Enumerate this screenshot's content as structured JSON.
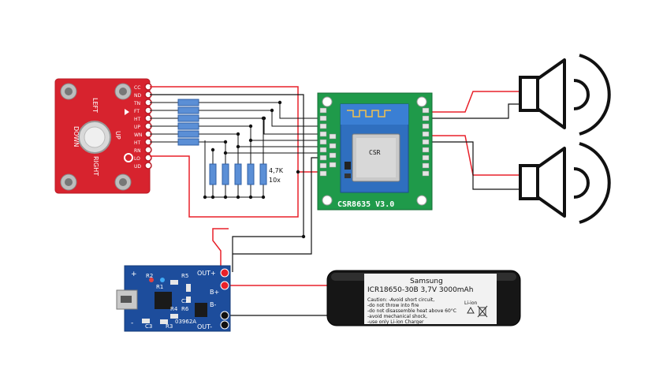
{
  "joystick": {
    "pins": [
      "CC",
      "ND",
      "TN",
      "FT",
      "HT",
      "UP",
      "WN",
      "HT",
      "RN",
      "LO",
      "UD"
    ],
    "labels": {
      "left": "LEFT",
      "up": "UP",
      "down": "DOWN",
      "right": "RIGHT"
    }
  },
  "resistors": {
    "value": "4,7K",
    "count": "10x"
  },
  "bt_module": {
    "name": "CSR8635 V3.0",
    "chip": "CSR"
  },
  "charger": {
    "pins": {
      "out_plus": "OUT+",
      "b_plus": "B+",
      "b_minus": "B-",
      "out_minus": "OUT-"
    },
    "parts": [
      "R2",
      "R5",
      "R1",
      "R4",
      "R6",
      "R3",
      "C2",
      "C3"
    ],
    "code": "03962A",
    "plus": "+",
    "minus": "-"
  },
  "battery": {
    "brand": "Samsung",
    "model": "ICR18650-30B 3,7V 3000mAh",
    "caution": [
      "Caution: -Avoid short circuit,",
      "-do not throw into fire",
      "-do not disassemble heat above 60°C",
      "-avoid mechanical shock,",
      "-use only Li-ion Charger"
    ],
    "tag": "Li-ion"
  },
  "colors": {
    "wire_red": "#e8202a",
    "wire_black": "#111111",
    "sparkfun_red": "#d7232e",
    "pcb_green": "#1f9a4a",
    "charger_blue": "#1d4d9c",
    "resistor_blue": "#5b8fd6"
  }
}
